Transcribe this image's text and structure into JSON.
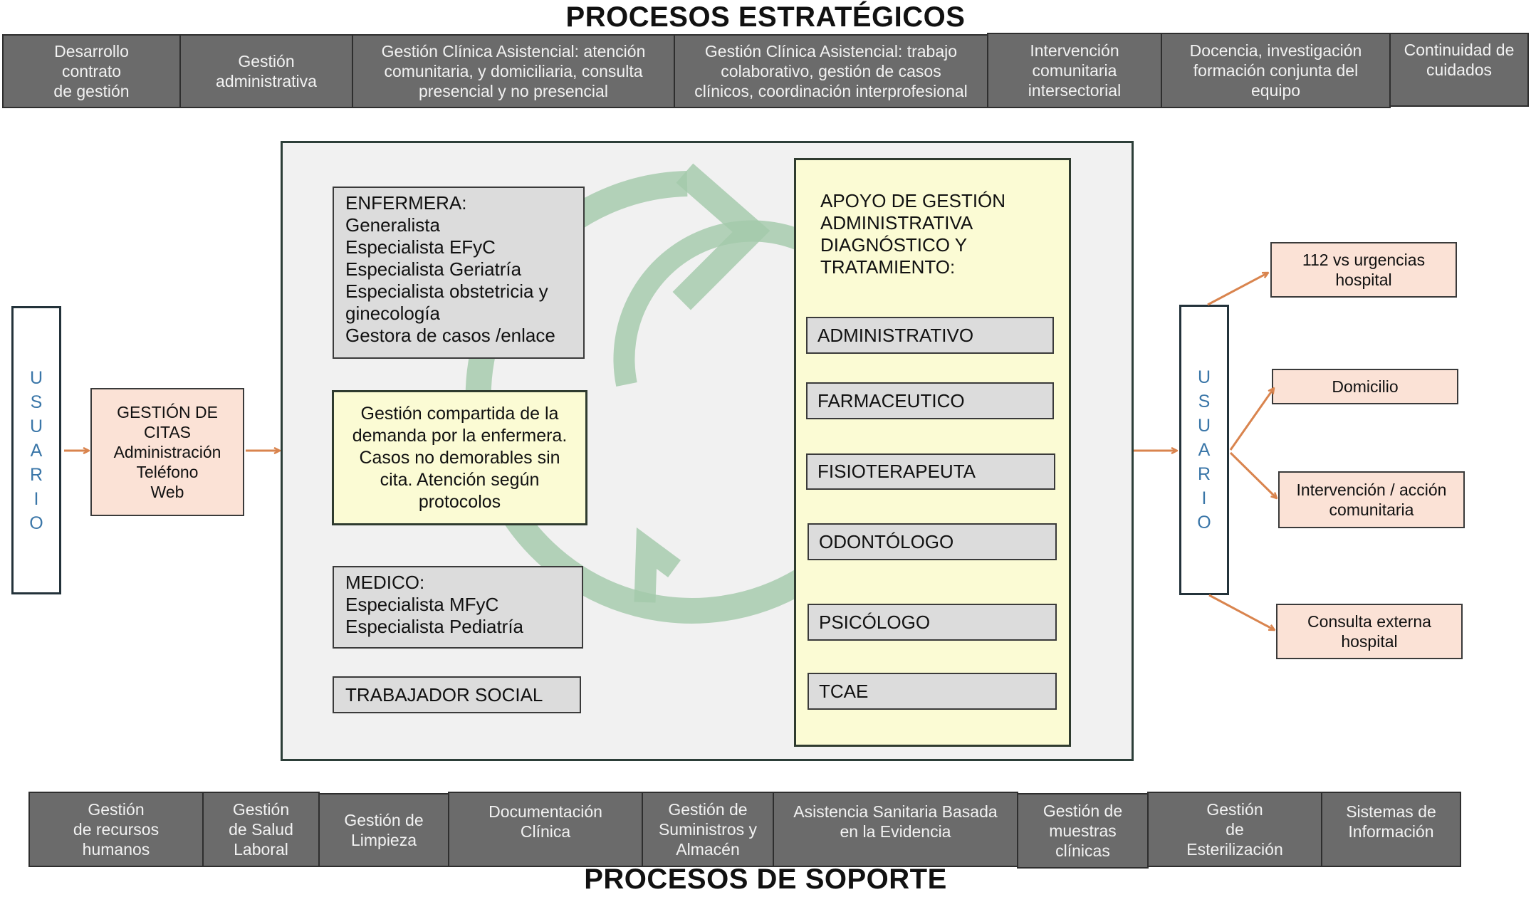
{
  "titles": {
    "strategic": "PROCESOS ESTRATÉGICOS",
    "support": "PROCESOS DE SOPORTE"
  },
  "strategic_processes": [
    "Desarrollo\ncontrato\nde gestión",
    "Gestión\nadministrativa",
    "Gestión Clínica Asistencial: atención\ncomunitaria, y domiciliaria, consulta\npresencial y no presencial",
    "Gestión Clínica Asistencial: trabajo\ncolaborativo, gestión de casos\nclínicos, coordinación interprofesional",
    "Intervención\ncomunitaria\nintersectorial",
    "Docencia, investigación\nformación conjunta del\nequipo",
    "Continuidad de\ncuidados"
  ],
  "support_processes": [
    "Gestión\nde recursos\nhumanos",
    "Gestión\nde Salud\nLaboral",
    "Gestión de\nLimpieza",
    "Documentación\nClínica",
    "Gestión de\nSuministros y\nAlmacén",
    "Asistencia Sanitaria Basada\nen la Evidencia",
    "Gestión de\nmuestras\nclínicas",
    "Gestión\nde\nEsterilización",
    "Sistemas de\nInformación"
  ],
  "user_left": {
    "letters": [
      "U",
      "S",
      "U",
      "A",
      "R",
      "I",
      "O"
    ]
  },
  "user_right": {
    "letters": [
      "U",
      "S",
      "U",
      "A",
      "R",
      "I",
      "O"
    ]
  },
  "citas": {
    "lines": [
      "GESTIÓN DE",
      "CITAS",
      "Administración",
      "Teléfono",
      "Web"
    ]
  },
  "nurse": {
    "lines": [
      "ENFERMERA:",
      "Generalista",
      "Especialista EFyC",
      "Especialista Geriatría",
      "Especialista obstetricia y",
      "ginecología",
      "Gestora de casos /enlace"
    ]
  },
  "shared_demand": {
    "lines": [
      "Gestión compartida de la",
      "demanda por la enfermera.",
      "Casos no demorables sin",
      "cita. Atención según",
      "protocolos"
    ]
  },
  "doctor": {
    "lines": [
      "MEDICO:",
      "Especialista MFyC",
      "Especialista Pediatría"
    ]
  },
  "social_worker": "TRABAJADOR SOCIAL",
  "support_panel": {
    "title_lines": [
      "APOYO DE GESTIÓN",
      "ADMINISTRATIVA",
      "DIAGNÓSTICO Y",
      "TRATAMIENTO:"
    ],
    "roles": [
      "ADMINISTRATIVO",
      "FARMACEUTICO",
      "FISIOTERAPEUTA",
      "ODONTÓLOGO",
      "PSICÓLOGO",
      "TCAE"
    ]
  },
  "destinations": {
    "urgencias": "112 vs urgencias\nhospital",
    "domicilio": "Domicilio",
    "comunitaria": "Intervención / acción\ncomunitaria",
    "consulta": "Consulta externa\nhospital"
  },
  "colors": {
    "band": "#6b6b6b",
    "arrow": "#d9844e",
    "cycle": "#a3c9aa",
    "user_letters": "#3a76a8",
    "yellow": "#fbfbd4",
    "pink": "#fbe2d6"
  }
}
